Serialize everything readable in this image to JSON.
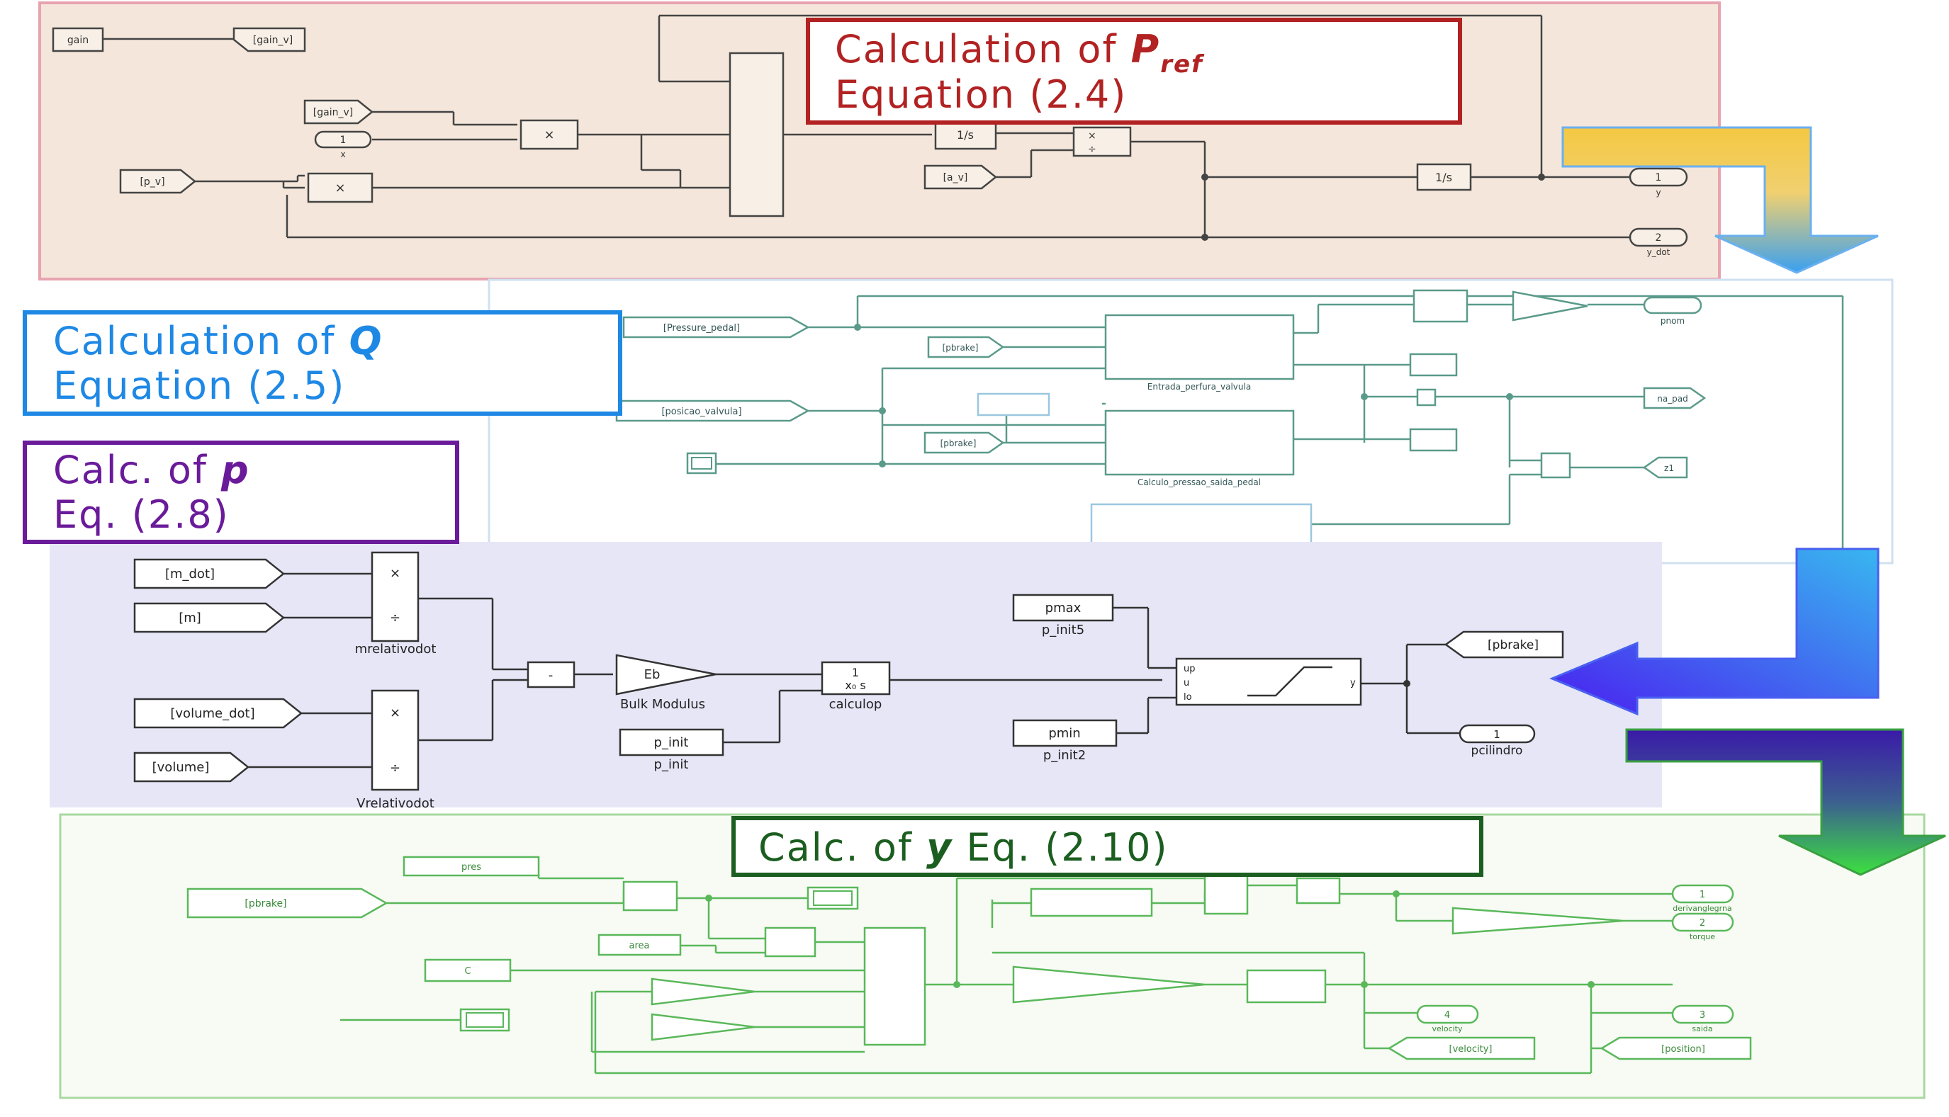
{
  "titles": {
    "pref": {
      "line1": "Calculation of ",
      "var": "P",
      "sub": "ref",
      "line2": "Equation   (2.4)"
    },
    "q": {
      "line1": "Calculation of ",
      "var": "Q",
      "line2": "Equation   (2.5)"
    },
    "p": {
      "line1": "Calc. of ",
      "var": "p",
      "line2": "Eq.   (2.8)"
    },
    "y": {
      "line1": "Calc. of ",
      "var": "y",
      "line2": " Eq.   (2.10)"
    }
  },
  "section1": {
    "tags": [
      "gain",
      "[gain_v]",
      "[gain_v]",
      "[p_v]",
      "[a_v]"
    ],
    "ports": [
      {
        "num": "1",
        "name": "y"
      },
      {
        "num": "2",
        "name": "y_dot"
      }
    ],
    "integrators": [
      "1/s",
      "1/s"
    ],
    "const1": "1",
    "const1_name": "x"
  },
  "section2": {
    "inputs": [
      "[Pressure_pedal]",
      "[posicao_valvula]",
      "[pbrake]",
      "[pbrake]"
    ],
    "subsystems": [
      "Entrada_perfura_valvula",
      "Calculo_pressao_saida_pedal"
    ],
    "outputs": [
      "pnom",
      "na_pad",
      "z1"
    ]
  },
  "section3": {
    "inputs": [
      "[m_dot]",
      "[m]",
      "[volume_dot]",
      "[volume]"
    ],
    "product1": "mrelativodot",
    "product2": "Vrelativodot",
    "gain": "Eb",
    "gain_name": "Bulk Modulus",
    "integrator": "calculop",
    "init": "p_init",
    "init_name": "p_init",
    "pmax": "pmax",
    "pmax_name": "p_init5",
    "pmin": "pmin",
    "pmin_name": "p_init2",
    "goto": "[pbrake]",
    "out_num": "1",
    "out_name": "pcilindro",
    "saturation_ports": [
      "up",
      "u",
      "lo"
    ],
    "saturation_out": "y"
  },
  "section4": {
    "input": "[pbrake]",
    "consts": [
      "pres",
      "area",
      "C"
    ],
    "outputs": [
      {
        "num": "1",
        "name": "derivanglegrna"
      },
      {
        "num": "2",
        "name": "torque"
      },
      {
        "num": "3",
        "name": "saida"
      },
      {
        "num": "4",
        "name": "velocity"
      }
    ],
    "gotos": [
      "[velocity]",
      "[position]"
    ]
  },
  "colors": {
    "sec1_bg": "#f4e6da",
    "sec1_border": "#e8a3b0",
    "sec2_border": "#cfe0f0",
    "sec3_bg": "#e6e6f7",
    "sec4_border": "#a8d8a0",
    "title_pref": "#b22222",
    "title_q": "#1e88e5",
    "title_p": "#6a1b9a",
    "title_y": "#1b5e20"
  }
}
